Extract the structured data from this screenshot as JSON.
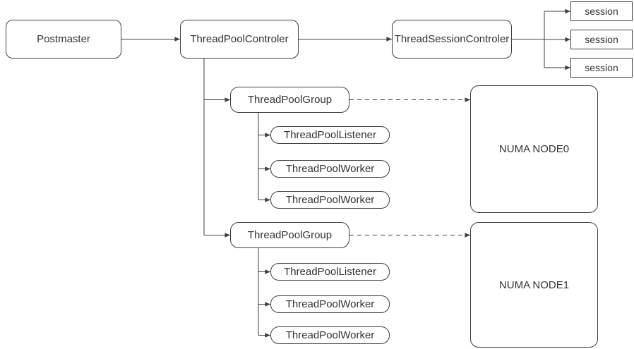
{
  "diagram": {
    "postmaster": {
      "label": "Postmaster"
    },
    "pool_controller": {
      "label": "ThreadPoolControler"
    },
    "session_controller": {
      "label": "ThreadSessionControler"
    },
    "sessions": [
      {
        "label": "session"
      },
      {
        "label": "session"
      },
      {
        "label": "session"
      }
    ],
    "groups": [
      {
        "label": "ThreadPoolGroup",
        "children": [
          {
            "label": "ThreadPoolListener"
          },
          {
            "label": "ThreadPoolWorker"
          },
          {
            "label": "ThreadPoolWorker"
          }
        ],
        "numa": {
          "label": "NUMA NODE0"
        }
      },
      {
        "label": "ThreadPoolGroup",
        "children": [
          {
            "label": "ThreadPoolListener"
          },
          {
            "label": "ThreadPoolWorker"
          },
          {
            "label": "ThreadPoolWorker"
          }
        ],
        "numa": {
          "label": "NUMA NODE1"
        }
      }
    ],
    "colors": {
      "stroke": "#3f3f3f",
      "text": "#333333",
      "background": "#ffffff"
    }
  }
}
